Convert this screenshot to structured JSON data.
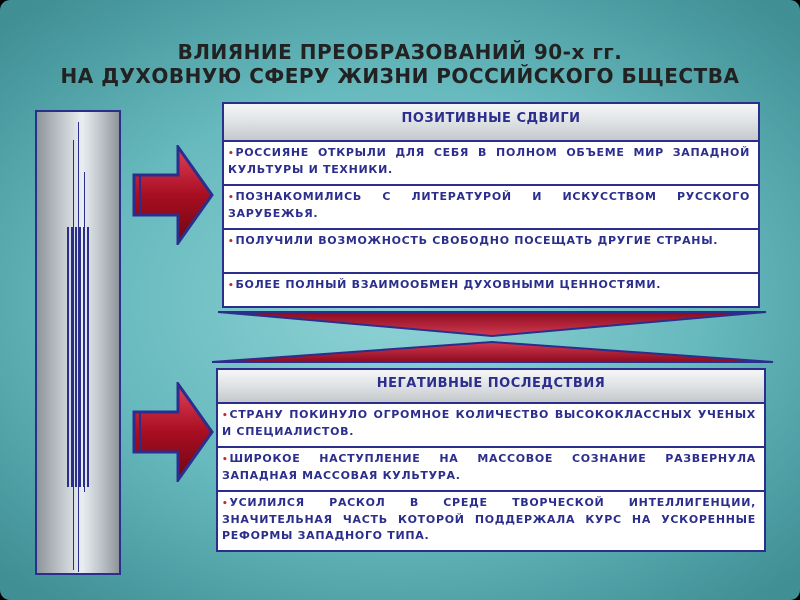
{
  "title": {
    "line1": "ВЛИЯНИЕ ПРЕОБРАЗОВАНИЙ 90-х гг.",
    "line2": "НА ДУХОВНУЮ СФЕРУ ЖИЗНИ РОССИЙСКОГО БЩЕСТВА"
  },
  "positive": {
    "header": "ПОЗИТИВНЫЕ СДВИГИ",
    "bullet": "•",
    "items": [
      "РОССИЯНЕ ОТКРЫЛИ ДЛЯ СЕБЯ В ПОЛНОМ ОБЪЕМЕ МИР ЗАПАДНОЙ КУЛЬТУРЫ И ТЕХНИКИ.",
      "ПОЗНАКОМИЛИСЬ С ЛИТЕРАТУРОЙ И ИСКУССТВОМ РУССКОГО ЗАРУБЕЖЬЯ.",
      "ПОЛУЧИЛИ ВОЗМОЖНОСТЬ СВОБОДНО ПОСЕЩАТЬ ДРУГИЕ СТРАНЫ.",
      "БОЛЕЕ ПОЛНЫЙ ВЗАИМООБМЕН ДУХОВНЫМИ ЦЕННОСТЯМИ."
    ]
  },
  "negative": {
    "header": "НЕГАТИВНЫЕ ПОСЛЕДСТВИЯ",
    "bullet": "•",
    "items": [
      "СТРАНУ ПОКИНУЛО ОГРОМНОЕ КОЛИЧЕСТВО ВЫСОКОКЛАССНЫХ УЧЕНЫХ И СПЕЦИАЛИСТОВ.",
      "ШИРОКОЕ НАСТУПЛЕНИЕ НА МАССОВОЕ СОЗНАНИЕ РАЗВЕРНУЛА ЗАПАДНАЯ МАССОВАЯ КУЛЬТУРА.",
      "УСИЛИЛСЯ РАСКОЛ В СРЕДЕ ТВОРЧЕСКОЙ ИНТЕЛЛИГЕНЦИИ, ЗНАЧИТЕЛЬНАЯ ЧАСТЬ КОТОРОЙ ПОДДЕРЖАЛА КУРС НА УСКОРЕННЫЕ РЕФОРМЫ ЗАПАДНОГО ТИПА."
    ]
  },
  "colors": {
    "outline": "#2b2e8c",
    "arrow": "#b4122a",
    "bullet": "#c42a2a"
  }
}
